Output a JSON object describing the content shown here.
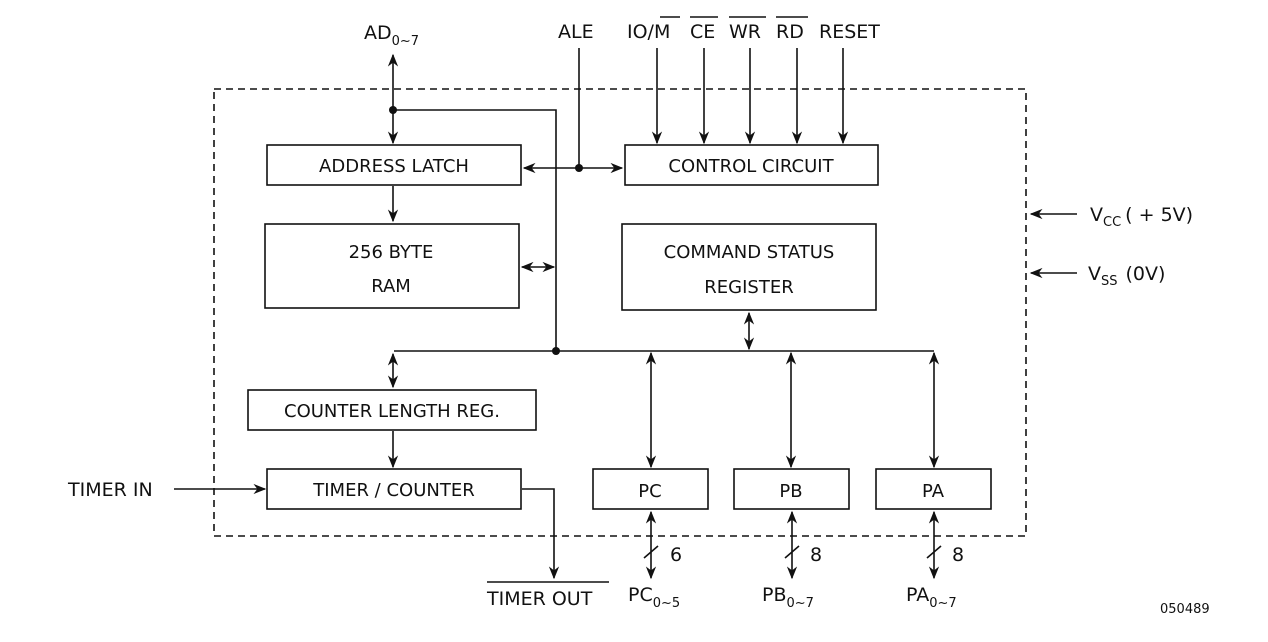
{
  "diagram": {
    "title": "",
    "code": "050489",
    "blocks": {
      "address_latch": "ADDRESS LATCH",
      "ram_line1": "256 BYTE",
      "ram_line2": "RAM",
      "control_circuit": "CONTROL CIRCUIT",
      "cmd_line1": "COMMAND STATUS",
      "cmd_line2": "REGISTER",
      "counter_length": "COUNTER LENGTH REG.",
      "timer_counter": "TIMER / COUNTER",
      "pc": "PC",
      "pb": "PB",
      "pa": "PA"
    },
    "signals": {
      "ad_main": "AD",
      "ad_sub": "0~7",
      "ale": "ALE",
      "io_m_prefix": "IO/",
      "io_m_bar": "M",
      "ce": "CE",
      "wr": "WR",
      "rd": "RD",
      "reset": "RESET",
      "vcc_main": "V",
      "vcc_sub": "CC",
      "vcc_value": "( + 5V)",
      "vss_main": "V",
      "vss_sub": "SS",
      "vss_value": "(0V)",
      "timer_in": "TIMER IN",
      "timer_out": "TIMER OUT",
      "pc_main": "PC",
      "pc_sub": "0~5",
      "pb_main": "PB",
      "pb_sub": "0~7",
      "pa_main": "PA",
      "pa_sub": "0~7",
      "pc_width": "6",
      "pb_width": "8",
      "pa_width": "8"
    }
  }
}
